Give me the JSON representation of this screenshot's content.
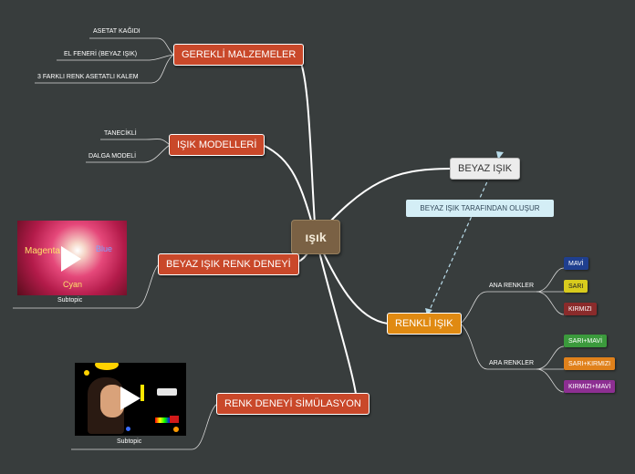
{
  "central": "ışık",
  "nodes": {
    "materials": "GEREKLİ MALZEMELER",
    "models": "IŞIK MODELLERİ",
    "white_exp": "BEYAZ IŞIK RENK DENEYİ",
    "white_light": "BEYAZ IŞIK",
    "colored_light": "RENKLİ IŞIK",
    "simulation": "RENK DENEYİ SİMÜLASYON"
  },
  "materials_items": [
    "ASETAT KAĞIDI",
    "EL FENERİ (BEYAZ IŞIK)",
    "3 FARKLI RENK ASETATLI KALEM"
  ],
  "model_items": [
    "TANECİKLİ",
    "DALGA MODELİ"
  ],
  "callout": "BEYAZ IŞIK TARAFINDAN OLUŞUR",
  "branches": {
    "primary": "ANA RENKLER",
    "secondary": "ARA RENKLER"
  },
  "primary_colors": [
    {
      "label": "MAVİ",
      "color": "#1f3f8f"
    },
    {
      "label": "SARI",
      "color": "#d8cb1d"
    },
    {
      "label": "KIRMIZI",
      "color": "#8a2b2b"
    }
  ],
  "secondary_colors": [
    {
      "label": "SARI+MAVİ",
      "color": "#3b9a3c"
    },
    {
      "label": "SARI+KIRMIZI",
      "color": "#e0811b"
    },
    {
      "label": "KIRMIZI+MAVİ",
      "color": "#8d2f92"
    }
  ],
  "thumb1": {
    "caption": "Subtopic",
    "words": [
      "Magenta",
      "Blue",
      "Cyan"
    ]
  },
  "thumb2": {
    "caption": "Subtopic"
  },
  "icons": [
    "play-icon",
    "arrow-icon"
  ]
}
